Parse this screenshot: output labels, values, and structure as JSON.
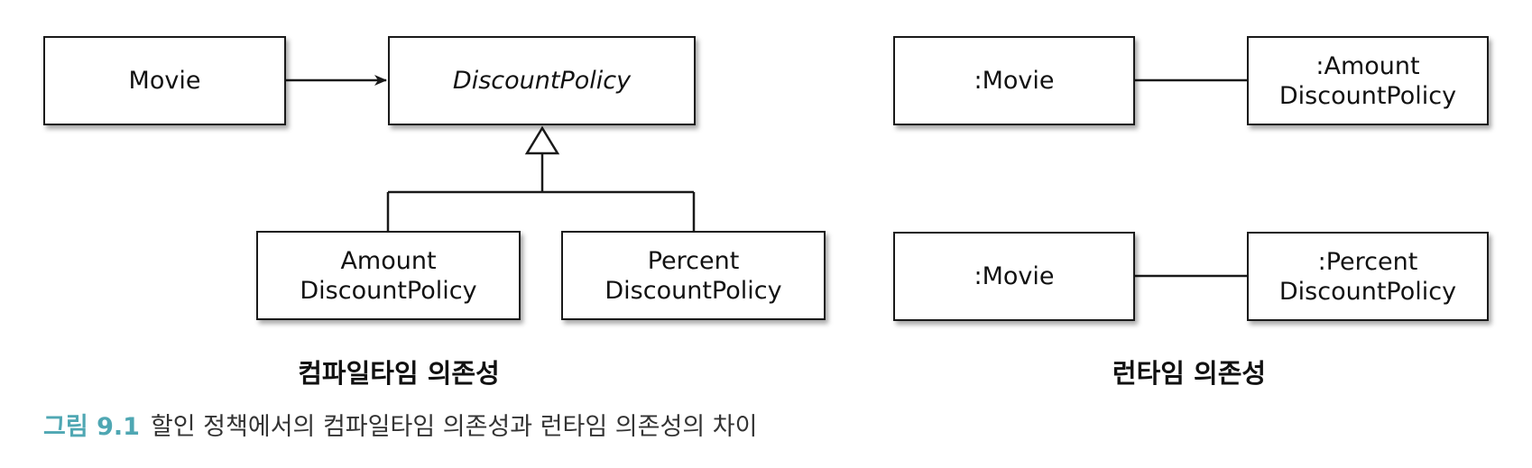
{
  "compile_time": {
    "label": "컴파일타임 의존성",
    "classes": {
      "movie": "Movie",
      "discount_policy": "DiscountPolicy",
      "amount": "Amount\nDiscountPolicy",
      "percent": "Percent\nDiscountPolicy"
    }
  },
  "runtime": {
    "label": "런타임 의존성",
    "objects": {
      "movie_1": ":Movie",
      "amount": ":Amount\nDiscountPolicy",
      "movie_2": ":Movie",
      "percent": ":Percent\nDiscountPolicy"
    }
  },
  "caption": {
    "label": "그림 9.1",
    "text": "할인 정책에서의 컴파일타임 의존성과 런타임 의존성의 차이"
  },
  "colors": {
    "caption_label": "#4fa7b3",
    "caption_text": "#333333",
    "line": "#1a1a1a"
  }
}
